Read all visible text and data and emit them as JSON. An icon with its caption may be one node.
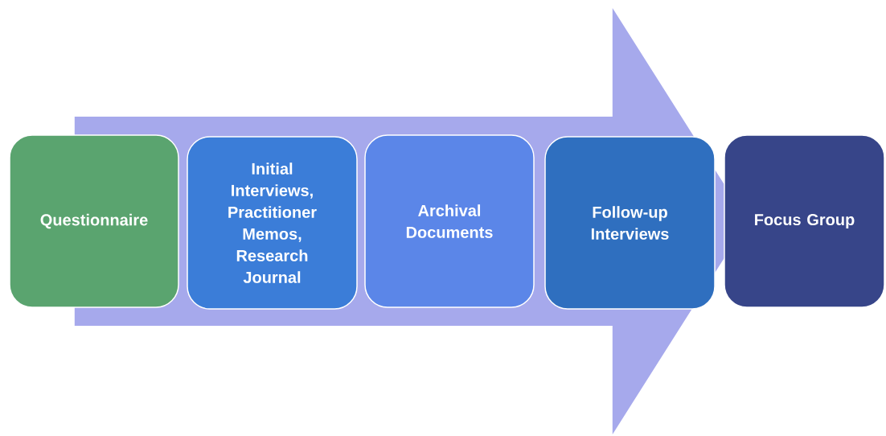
{
  "diagram": {
    "nodes": [
      {
        "text": [
          "Questionnaire"
        ]
      },
      {
        "text": [
          "Initial Interviews, Practitioner Memos, Research Journal"
        ]
      },
      {
        "text": [
          "Archival Documents"
        ]
      },
      {
        "text": [
          "Follow-up Interviews"
        ]
      },
      {
        "text": [
          "Focus Group"
        ]
      }
    ],
    "edges": [
      {
        "from": 0,
        "to": 4,
        "arrow": "to"
      }
    ]
  }
}
